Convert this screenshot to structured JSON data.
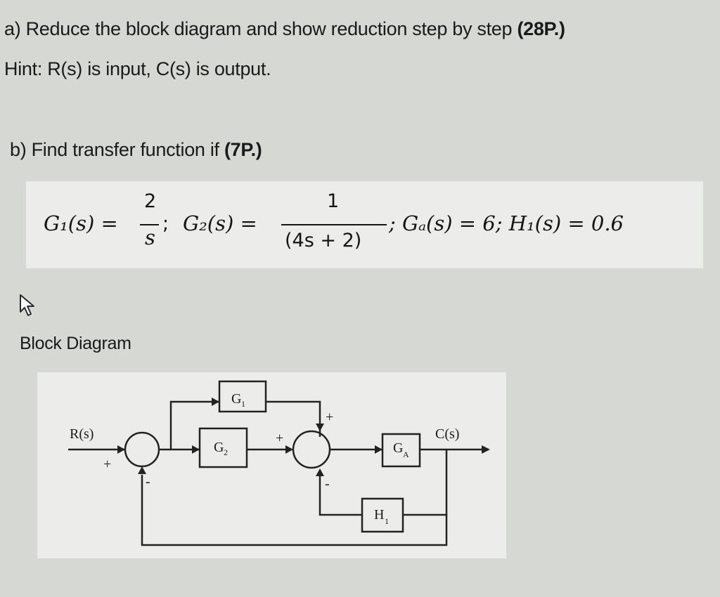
{
  "question_a": {
    "text": "a) Reduce the block diagram and show reduction step by step ",
    "points": "(28P.)"
  },
  "hint": "Hint: R(s) is input, C(s) is output.",
  "question_b": {
    "text": "b) Find transfer function if ",
    "points": "(7P.)"
  },
  "formula": {
    "g1_lhs": "G₁(s) =",
    "g1_num": "2",
    "g1_den": "s",
    "sep1": ";",
    "g2_lhs": "G₂(s) =",
    "g2_num": "1",
    "g2_den": "(4s + 2)",
    "rest": "; Gₐ(s) = 6; H₁(s) = 0.6"
  },
  "block_diagram_title": "Block Diagram",
  "diagram": {
    "input_label": "R(s)",
    "output_label": "C(s)",
    "block_g1": "G",
    "block_g1_sub": "1",
    "block_g2": "G",
    "block_g2_sub": "2",
    "block_ga": "G",
    "block_ga_sub": "A",
    "block_h1": "H",
    "block_h1_sub": "1",
    "sum1_plus": "+",
    "sum1_minus": "-",
    "sum2_plus_top": "+",
    "sum2_plus_left": "+",
    "sum2_minus": "-"
  }
}
